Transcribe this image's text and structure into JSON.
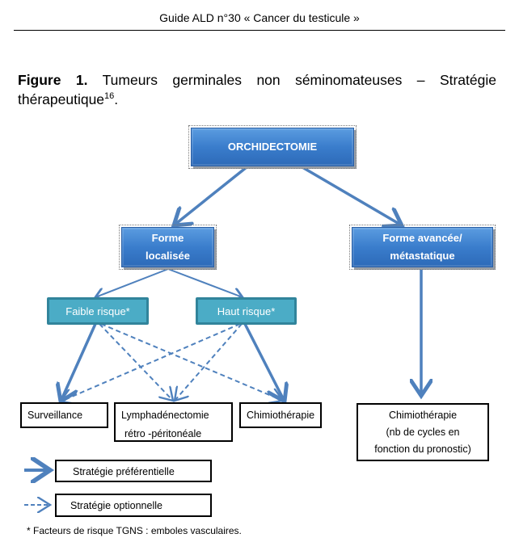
{
  "header": {
    "title": "Guide ALD n°30 « Cancer du testicule »"
  },
  "caption": {
    "label": "Figure 1.",
    "text": " Tumeurs germinales non séminomateuses – Stratégie thérapeutique",
    "superscript": "16",
    "end": "."
  },
  "nodes": {
    "orchidectomie": "ORCHIDECTOMIE",
    "forme_localisee_1": "Forme",
    "forme_localisee_2": "localisée",
    "forme_avancee_1": "Forme avancée/",
    "forme_avancee_2": "métastatique",
    "faible_risque": "Faible risque*",
    "haut_risque": "Haut risque*",
    "surveillance": "Surveillance",
    "lymph_1": "Lymphadénectomie",
    "lymph_2": "rétro -péritonéale",
    "chimio": "Chimiothérapie",
    "chimio2_1": "Chimiothérapie",
    "chimio2_2": "(nb de cycles en",
    "chimio2_3": "fonction du pronostic)"
  },
  "legend": {
    "preferential": "Stratégie préférentielle",
    "optional": "Stratégie optionnelle"
  },
  "footnote": "* Facteurs de risque TGNS : emboles vasculaires.",
  "colors": {
    "arrow": "#4f81bd",
    "blue_box": "#3a7dcc",
    "teal_box": "#4bacc6",
    "teal_border": "#31849b"
  }
}
